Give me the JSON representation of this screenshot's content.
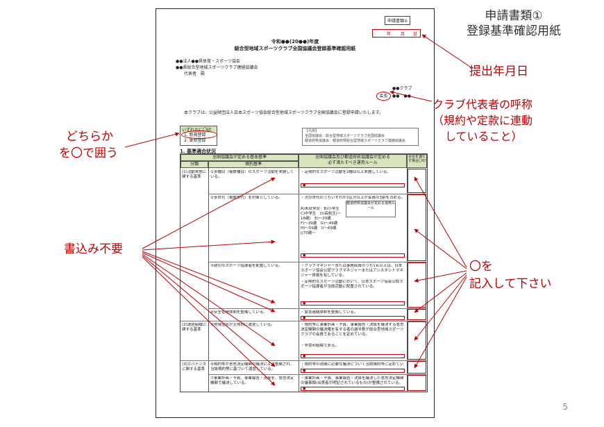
{
  "slide": {
    "title_line1": "申請書類①",
    "title_line2": "登録基準確認用紙",
    "page_number": "5"
  },
  "annotations": {
    "submit_date": "提出年月日",
    "rep_title_l1": "クラブ代表者の呼称",
    "rep_title_l2": "（規約や定款に連動",
    "rep_title_l3": "していること）",
    "circle_choice_l1": "どちらか",
    "circle_choice_l2": "を〇で囲う",
    "no_entry": "書込み不要",
    "mark_l1": "〇を",
    "mark_l2": "記入して下さい"
  },
  "document": {
    "stamp_label": "申請書類①",
    "date_year": "年",
    "date_month": "月",
    "date_day": "日",
    "title1": "令和●●(20●●)年度",
    "title2": "総合型地域スポーツクラブ全国協議会登録基準確認用紙",
    "addr1": "●●法人●●県体育・スポーツ協会",
    "addr2": "●●県総合型地域スポーツクラブ連絡協議会",
    "addr3": "代表者　殿",
    "club_name": "●●クラブ",
    "rep_title": "会長",
    "rep_name": "●●　●●",
    "statement": "本クラブは、公益財団法人日本スポーツ協会総合型地域スポーツクラブ全国協議会に登録申請いたします。",
    "option_header": "いずれかに〇印",
    "option_new": "1. 新規登録",
    "option_renew": "2. 更新登録",
    "legend_head": "【凡例】",
    "legend_l1": "全国協議会：総合型地域スポーツクラブ全国協議会",
    "legend_l2": "都道府県協議会：都道府県総合型地域スポーツクラブ連絡協議会",
    "section_title": "1. 基準適合状況",
    "hdr_basic": "全国協議会が定める基本基準",
    "hdr_class": "分類",
    "hdr_indiv": "個別基準",
    "hdr_rules_l1": "全国協議会及び都道府県協議会が定める",
    "hdr_rules_l2": "必ず満たすべき運用ルール",
    "hdr_check": "合否を満たす場合〇印",
    "cat1": "(1)活動実態に関する基準",
    "cat2": "(2)運営組織に関する基準",
    "cat3": "(3)ガバナンスに関する基準",
    "ind1": "①多種目（複数種目）のスポーツ活動を実施している。",
    "ind2": "②多世代（複数世代）を対象としている。",
    "ind3": "③適切なスポーツ指導者を配置している。",
    "ind4": "④安全管理体制を整備している。",
    "ind5": "⑤地域住民が主体的に運営している。",
    "ind6": "⑥規約等が意思決定機関の議決により整備され、当該規約等に基づいて運営している。",
    "ind7": "⑦事業計画・予算、事業報告・決算を、意思決定機関で議決している。",
    "rule1": "・定期的なスポーツ活動を2種目以上実施している。",
    "rule2": "・次の世代のうちいずれか2区分以上が会員の3割を占める。",
    "ages": "A)未就学児　B)小学生　C)中学生　D)高校生(〜18歳)　E)〜29歳　F)〜39歳　G)〜49歳　H)〜59歳　I)〜69歳　J)70歳〜",
    "pref_rule_note": "都道府県協議会が定める運用ルール",
    "rule3": "・クラブマネジャーまたは事務局員のうち1名以上は、日本スポーツ協会公認クラブマネジャーまたはアシスタントマネジャー資格を有している。",
    "rule4": "・定期的なスポーツ活動において、日本スポーツ協会公認スポーツ指導者が当該活動に配置されている。",
    "rule5": "・緊急連絡体制を整備している。",
    "rule6": "・規約等に事業計画・予算、事業報告・決算を議決する意思決定機関の議決権を有する者の過半数が総合型地域スポーツクラブの会員であることを定めている。",
    "rule7": "・非営利組織である。",
    "rule8": "・規約等の改廃に必要な議決について当該規約等に定めている。",
    "rule9": "・事業計画・予算、事業報告・決算を議決した意思決定機関の議事録(出席者が明記されているもの)が整備されている。",
    "red_mark": "●"
  }
}
